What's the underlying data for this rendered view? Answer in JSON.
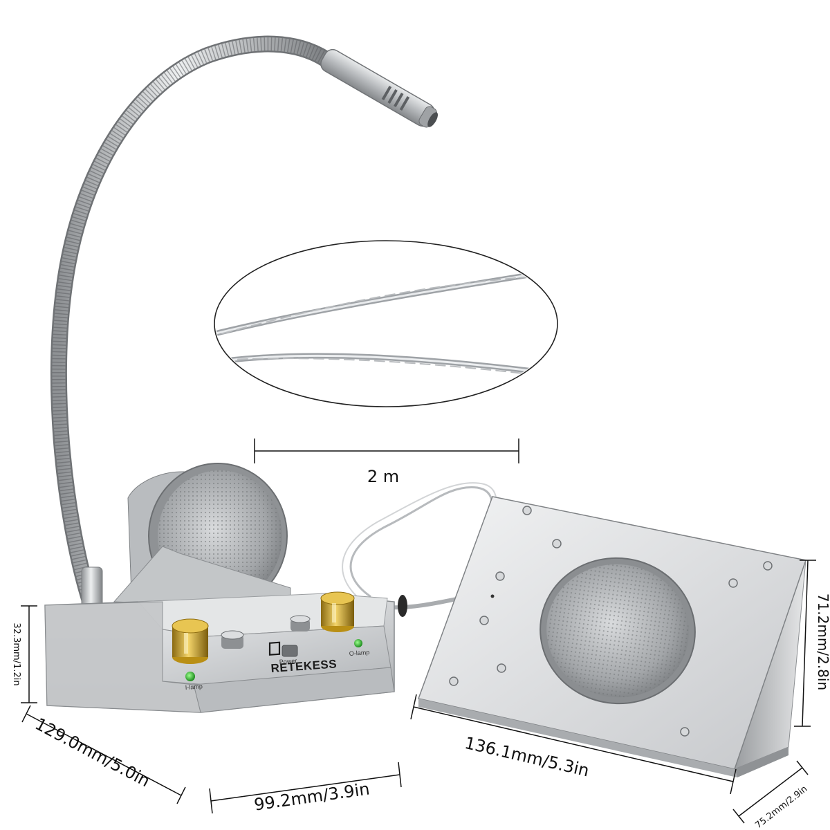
{
  "product": {
    "brand": "RETEKESS",
    "panel_labels": {
      "i_lamp": "I-lamp",
      "o_lamp": "O-lamp",
      "power": "Power"
    }
  },
  "dimensions": {
    "cable_length": "2 m",
    "base_height": "32.3mm/1.2in",
    "base_depth": "129.0mm/5.0in",
    "base_width": "99.2mm/3.9in",
    "speaker_width": "136.1mm/5.3in",
    "speaker_height": "71.2mm/2.8in",
    "speaker_depth": "75.2mm/2.9in"
  },
  "colors": {
    "led": "#2fb82f",
    "knob_gold": "#c9a227",
    "metal": "#c9cbcd"
  }
}
